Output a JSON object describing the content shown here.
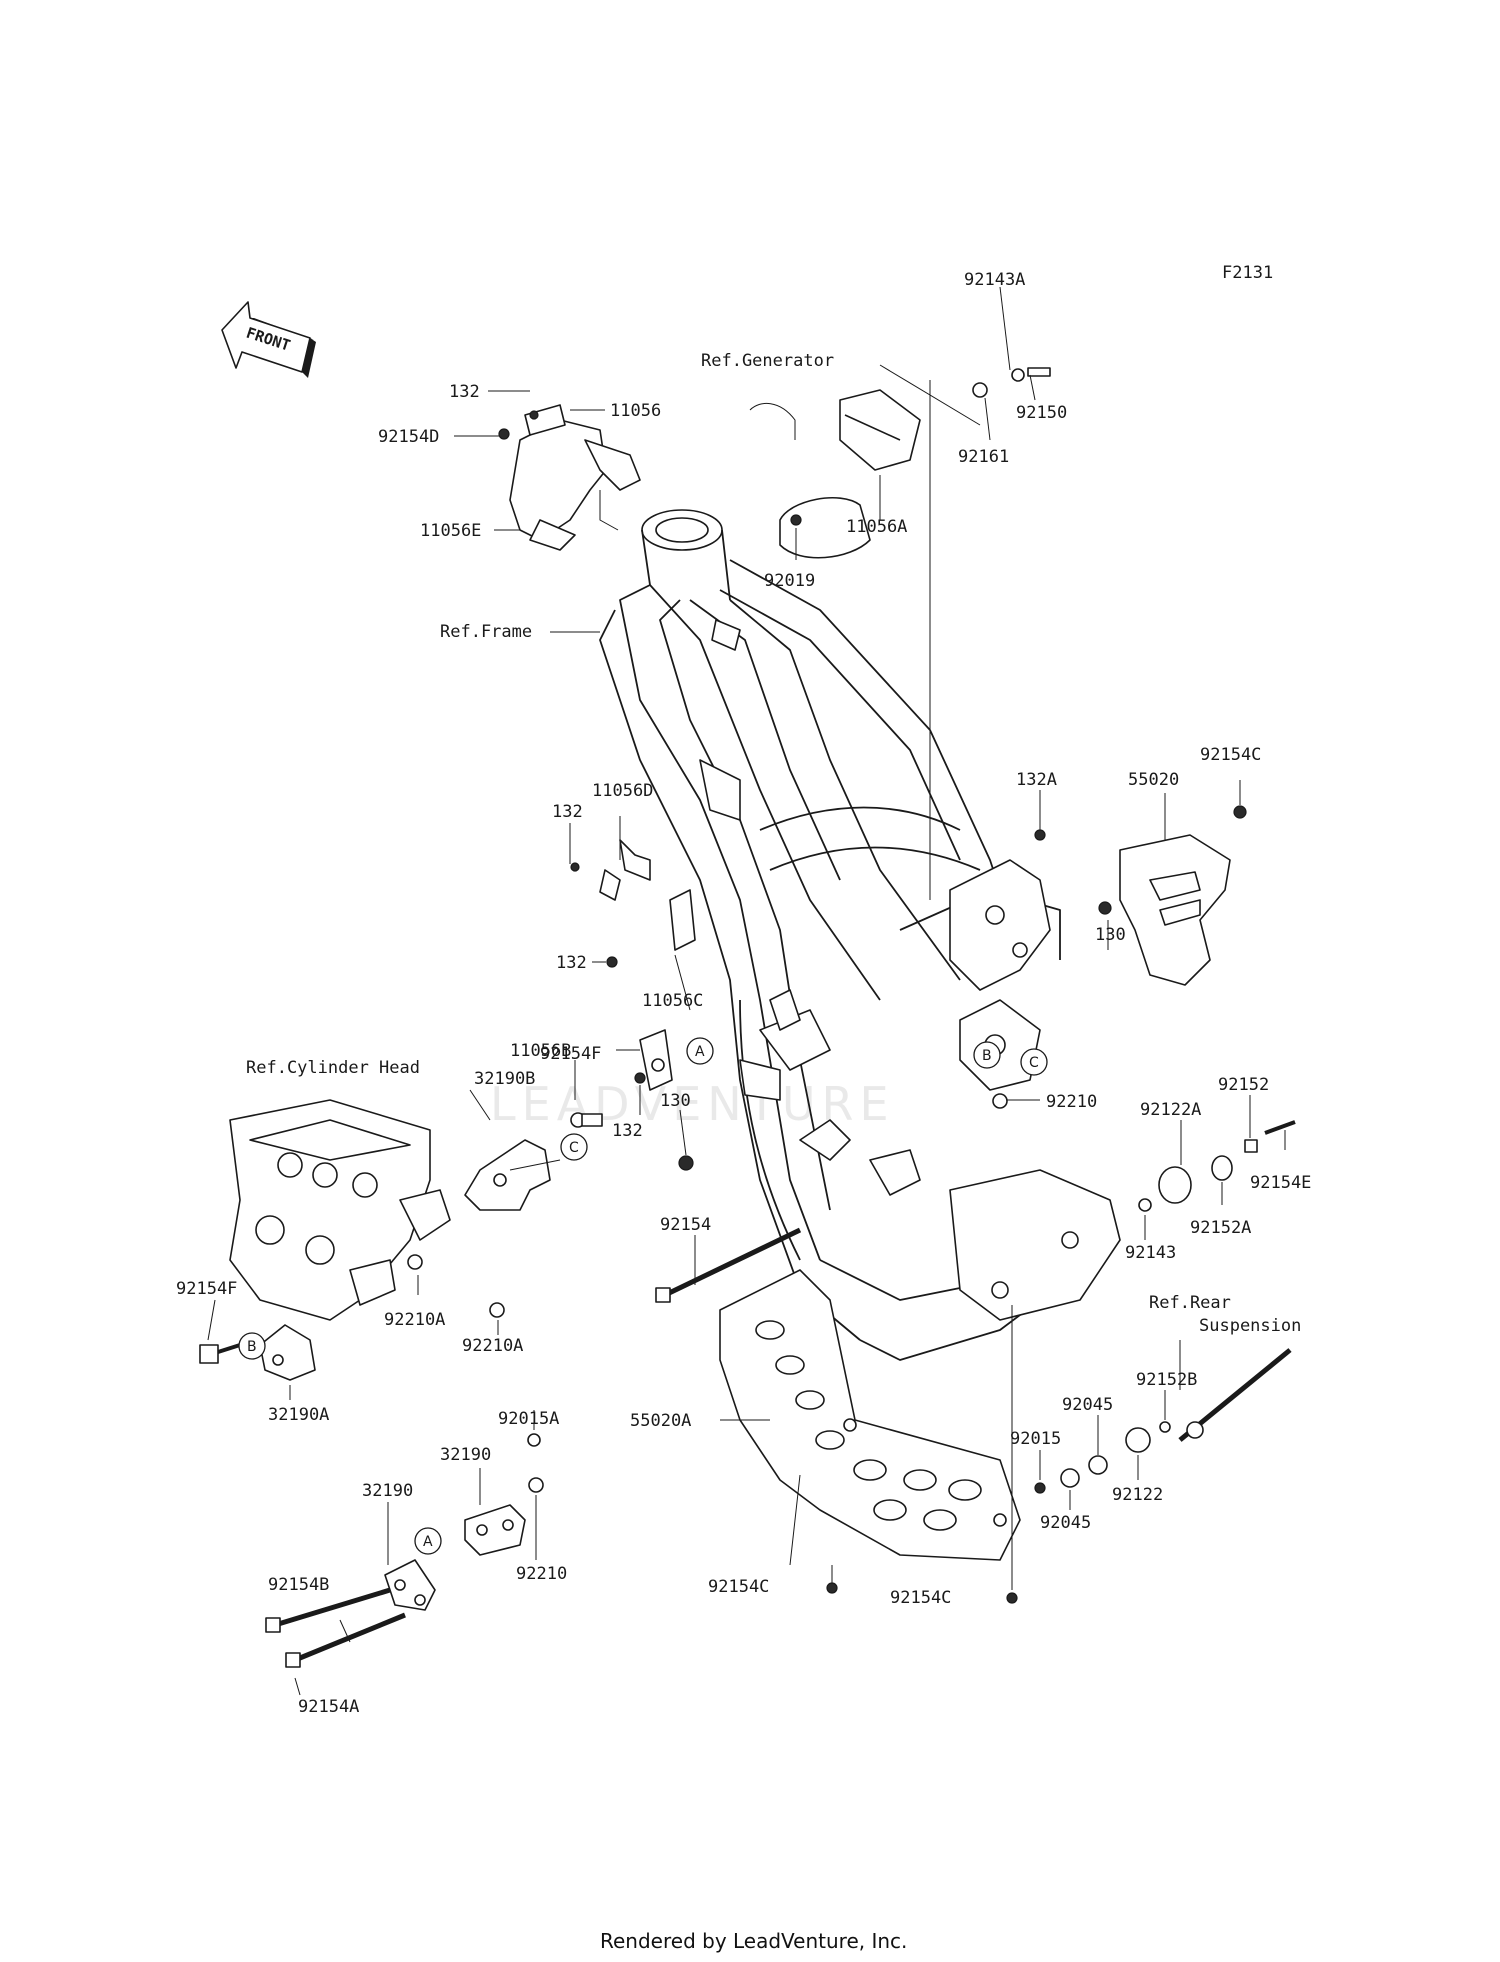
{
  "diagram_code": "F2131",
  "front_label": "FRONT",
  "watermark": "LEADVENTURE",
  "footer": "Rendered by LeadVenture, Inc.",
  "refs": {
    "generator": "Ref.Generator",
    "frame": "Ref.Frame",
    "cylinder_head": "Ref.Cylinder Head",
    "rear_suspension_1": "Ref.Rear",
    "rear_suspension_2": "Suspension"
  },
  "markers": {
    "a": "A",
    "b": "B",
    "c": "C"
  },
  "parts": {
    "p92143A": "92143A",
    "p92150": "92150",
    "p92161": "92161",
    "p11056A": "11056A",
    "p92019": "92019",
    "p132_top": "132",
    "p11056": "11056",
    "p92154D": "92154D",
    "p11056E": "11056E",
    "p92154C_top": "92154C",
    "p55020": "55020",
    "p132A": "132A",
    "p130_right": "130",
    "p11056D": "11056D",
    "p132_mid": "132",
    "p132_mid2": "132",
    "p11056C": "11056C",
    "p11056B": "11056B",
    "p92154F_top": "92154F",
    "p32190B": "32190B",
    "p132_low": "132",
    "p130_left": "130",
    "p92210_right": "92210",
    "p92152": "92152",
    "p92122A": "92122A",
    "p92154E": "92154E",
    "p92152A": "92152A",
    "p92143": "92143",
    "p92154": "92154",
    "p92154F_left": "92154F",
    "p32190A": "32190A",
    "p92210A_1": "92210A",
    "p92210A_2": "92210A",
    "p92152B": "92152B",
    "p92045_1": "92045",
    "p92015": "92015",
    "p92045_2": "92045",
    "p92122": "92122",
    "p55020A": "55020A",
    "p92015A": "92015A",
    "p32190_1": "32190",
    "p32190_2": "32190",
    "p92210_low": "92210",
    "p92154B": "92154B",
    "p92154A": "92154A",
    "p92154C_1": "92154C",
    "p92154C_2": "92154C"
  }
}
